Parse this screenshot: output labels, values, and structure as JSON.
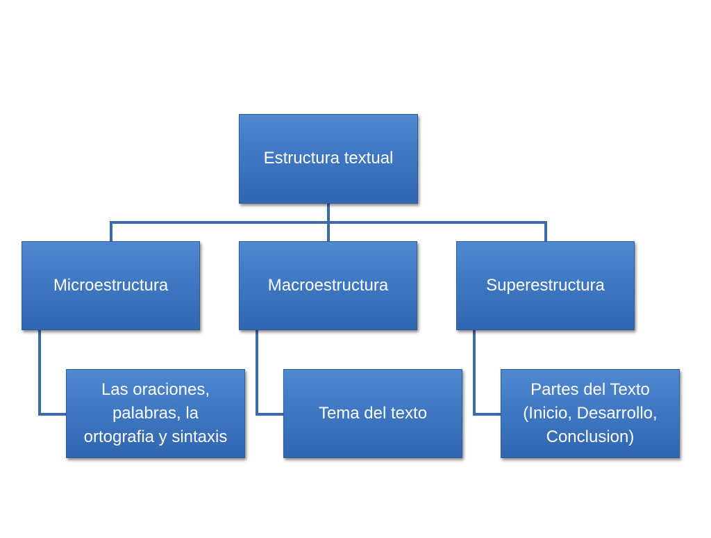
{
  "diagram": {
    "root": {
      "label": "Estructura textual"
    },
    "branches": [
      {
        "label": "Microestructura",
        "child": {
          "lines": [
            "Las oraciones,",
            "palabras, la",
            "ortografia y sintaxis"
          ]
        }
      },
      {
        "label": "Macroestructura",
        "child": {
          "lines": [
            "Tema del texto"
          ]
        }
      },
      {
        "label": "Superestructura",
        "child": {
          "lines": [
            "Partes del Texto",
            "(Inicio, Desarrollo,",
            "Conclusion)"
          ]
        }
      }
    ]
  },
  "colors": {
    "box_fill": "#3f78c3",
    "box_border": "#2f5a96",
    "connector": "#3d6aa9",
    "text": "#ffffff"
  }
}
